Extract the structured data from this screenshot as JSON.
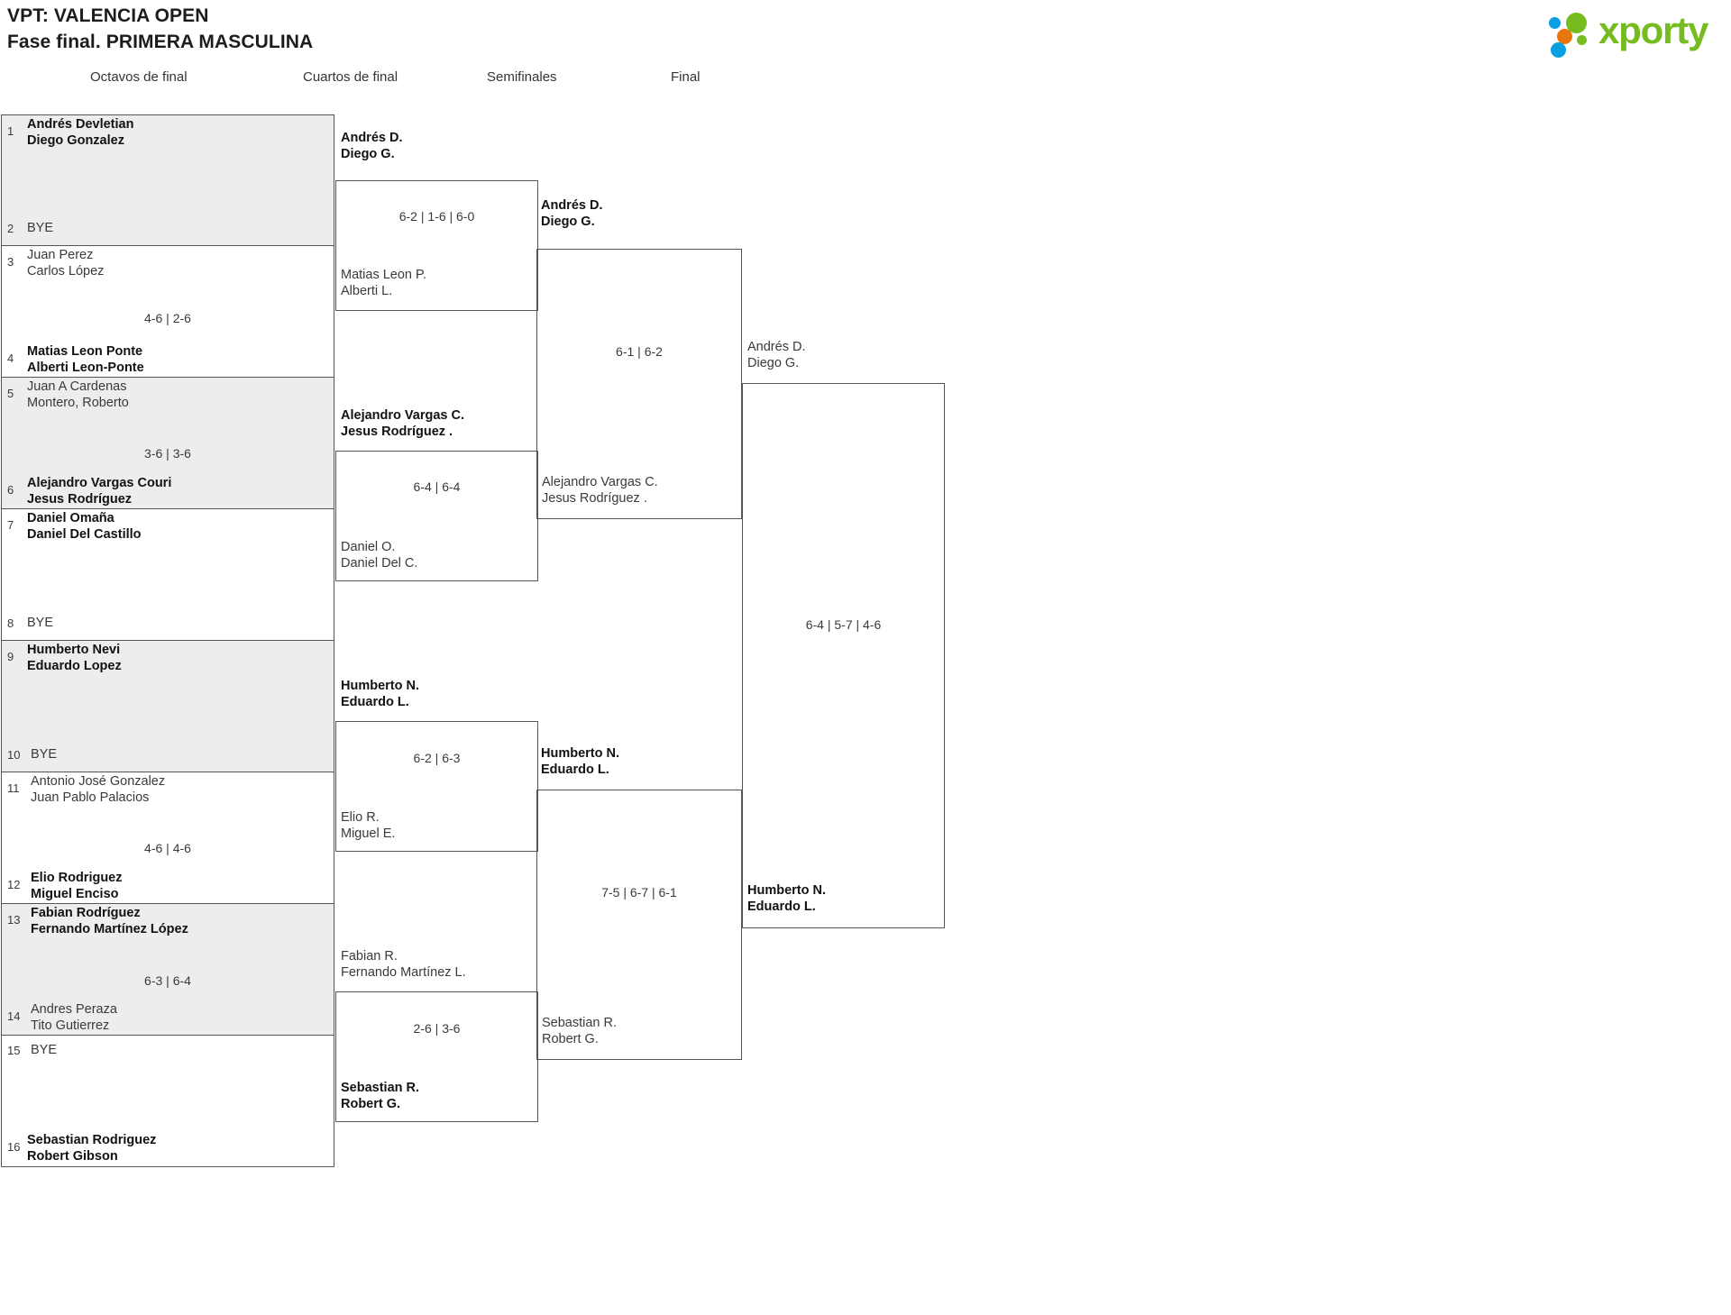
{
  "header": {
    "title_line1": "VPT: VALENCIA OPEN",
    "title_line2": "Fase final. PRIMERA MASCULINA",
    "logo_word": "xporty",
    "logo_colors": {
      "green": "#76bc21",
      "blue": "#0a9fe0",
      "orange": "#e8760d"
    }
  },
  "rounds": [
    {
      "label": "Octavos de final"
    },
    {
      "label": "Cuartos de final"
    },
    {
      "label": "Semifinales"
    },
    {
      "label": "Final"
    }
  ],
  "round1": {
    "slots": [
      {
        "seed": "1",
        "line1": "Andrés Devletian",
        "line2": "Diego Gonzalez",
        "winner": true,
        "bye": false
      },
      {
        "seed": "2",
        "line1": "BYE",
        "line2": "",
        "winner": false,
        "bye": true
      },
      {
        "seed": "3",
        "line1": "Juan Perez",
        "line2": "Carlos López",
        "winner": false,
        "bye": false
      },
      {
        "seed": "4",
        "line1": "Matias Leon Ponte",
        "line2": "Alberti Leon-Ponte",
        "winner": true,
        "bye": false
      },
      {
        "seed": "5",
        "line1": "Juan A Cardenas",
        "line2": "Montero, Roberto",
        "winner": false,
        "bye": false
      },
      {
        "seed": "6",
        "line1": "Alejandro Vargas Couri",
        "line2": "Jesus Rodríguez",
        "winner": true,
        "bye": false
      },
      {
        "seed": "7",
        "line1": "Daniel Omaña",
        "line2": "Daniel Del Castillo",
        "winner": true,
        "bye": false
      },
      {
        "seed": "8",
        "line1": "BYE",
        "line2": "",
        "winner": false,
        "bye": true
      },
      {
        "seed": "9",
        "line1": "Humberto Nevi",
        "line2": "Eduardo Lopez",
        "winner": true,
        "bye": false
      },
      {
        "seed": "10",
        "line1": "BYE",
        "line2": "",
        "winner": false,
        "bye": true
      },
      {
        "seed": "11",
        "line1": "Antonio José Gonzalez",
        "line2": "Juan Pablo Palacios",
        "winner": false,
        "bye": false
      },
      {
        "seed": "12",
        "line1": "Elio Rodriguez",
        "line2": "Miguel Enciso",
        "winner": true,
        "bye": false
      },
      {
        "seed": "13",
        "line1": "Fabian Rodríguez",
        "line2": "Fernando Martínez López",
        "winner": true,
        "bye": false
      },
      {
        "seed": "14",
        "line1": "Andres Peraza",
        "line2": "Tito Gutierrez",
        "winner": false,
        "bye": false
      },
      {
        "seed": "15",
        "line1": "BYE",
        "line2": "",
        "winner": false,
        "bye": true
      },
      {
        "seed": "16",
        "line1": "Sebastian Rodriguez",
        "line2": "Robert Gibson",
        "winner": true,
        "bye": false
      }
    ],
    "scores": [
      "",
      "4-6 | 2-6",
      "3-6 | 3-6",
      "",
      "",
      "4-6 | 4-6",
      "6-3 | 6-4",
      ""
    ]
  },
  "round2": {
    "matches": [
      {
        "top": {
          "line1": "Andrés D.",
          "line2": "Diego G.",
          "winner": true
        },
        "bottom": {
          "line1": "Matias Leon P.",
          "line2": "Alberti L.",
          "winner": false
        },
        "score": "6-2 | 1-6 | 6-0"
      },
      {
        "top": {
          "line1": "Alejandro Vargas C.",
          "line2": "Jesus Rodríguez .",
          "winner": true
        },
        "bottom": {
          "line1": "Daniel O.",
          "line2": "Daniel Del C.",
          "winner": false
        },
        "score": "6-4 | 6-4"
      },
      {
        "top": {
          "line1": "Humberto N.",
          "line2": "Eduardo L.",
          "winner": true
        },
        "bottom": {
          "line1": "Elio R.",
          "line2": "Miguel E.",
          "winner": false
        },
        "score": "6-2 | 6-3"
      },
      {
        "top": {
          "line1": "Fabian R.",
          "line2": "Fernando Martínez L.",
          "winner": false
        },
        "bottom": {
          "line1": "Sebastian R.",
          "line2": "Robert G.",
          "winner": true
        },
        "score": "2-6 | 3-6"
      }
    ]
  },
  "round3": {
    "matches": [
      {
        "top": {
          "line1": "Andrés D.",
          "line2": "Diego G.",
          "winner": true
        },
        "bottom": {
          "line1": "Alejandro Vargas C.",
          "line2": "Jesus Rodríguez .",
          "winner": false
        },
        "score": "6-1 | 6-2"
      },
      {
        "top": {
          "line1": "Humberto N.",
          "line2": "Eduardo L.",
          "winner": true
        },
        "bottom": {
          "line1": "Sebastian R.",
          "line2": "Robert G.",
          "winner": false
        },
        "score": "7-5 | 6-7 | 6-1"
      }
    ]
  },
  "round4": {
    "matches": [
      {
        "top": {
          "line1": "Andrés D.",
          "line2": "Diego G.",
          "winner": false
        },
        "bottom": {
          "line1": "Humberto N.",
          "line2": "Eduardo L.",
          "winner": true
        },
        "score": "6-4 | 5-7 | 4-6"
      }
    ]
  }
}
